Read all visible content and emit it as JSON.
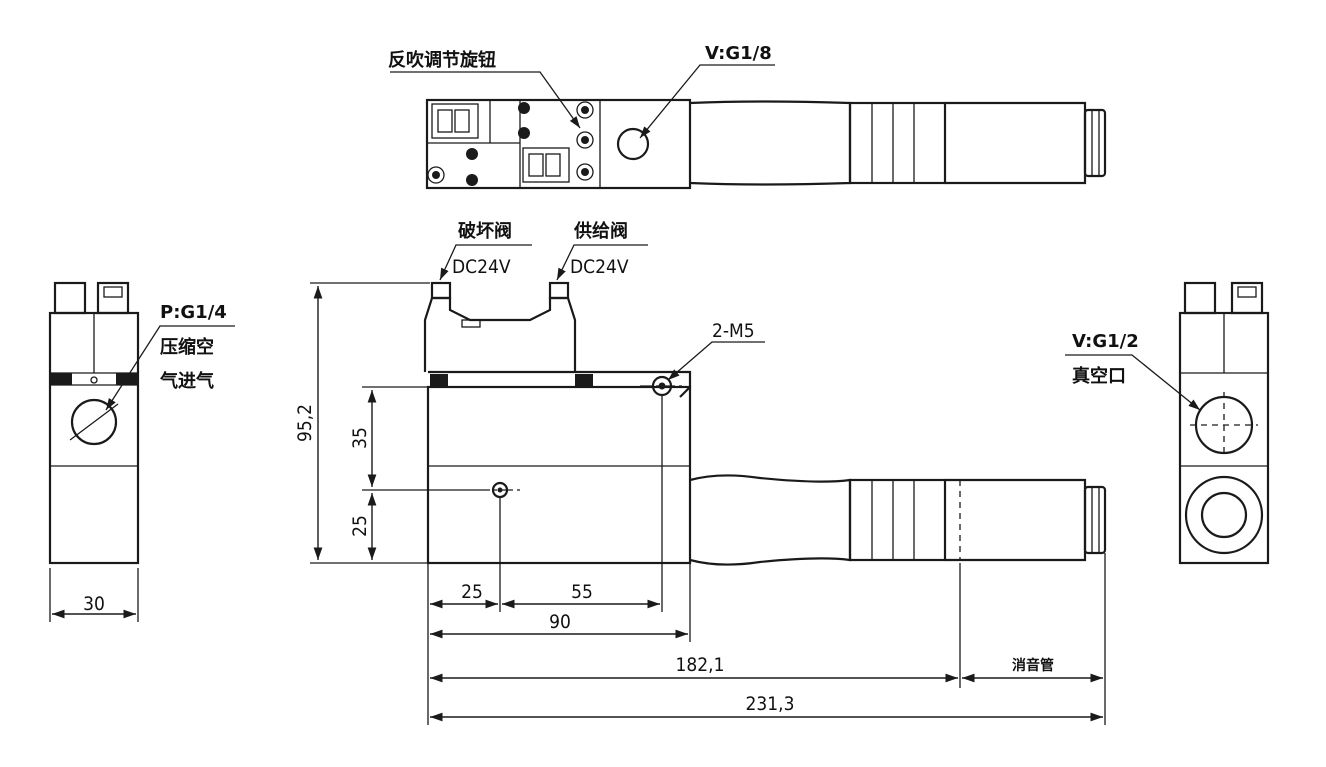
{
  "top_view": {
    "knob_label": "反吹调节旋钮",
    "port_label": "V:G1/8"
  },
  "left_view": {
    "port_label": "P:G1/4",
    "port_desc_line1": "压缩空",
    "port_desc_line2": "气进气",
    "width_dim": "30"
  },
  "front_view": {
    "valve_left_name": "破坏阀",
    "valve_left_voltage": "DC24V",
    "valve_right_name": "供给阀",
    "valve_right_voltage": "DC24V",
    "thread_label": "2-M5",
    "dim_height_total": "95,2",
    "dim_height_upper": "35",
    "dim_height_lower": "25",
    "dim_x_25": "25",
    "dim_x_55": "55",
    "dim_x_90": "90",
    "dim_x_182": "182,1",
    "dim_x_231": "231,3",
    "silencer_label": "消音管"
  },
  "right_view": {
    "port_label": "V:G1/2",
    "port_desc": "真空口"
  }
}
